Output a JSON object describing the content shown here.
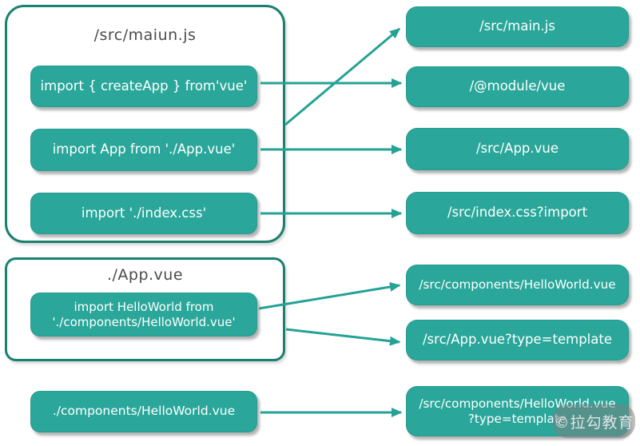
{
  "groups": [
    {
      "title": "/src/maiun.js",
      "boxes": [
        {
          "label": "import { createApp } from'vue'"
        },
        {
          "label": "import App from './App.vue'"
        },
        {
          "label": "import './index.css'"
        }
      ]
    },
    {
      "title": "./App.vue",
      "boxes": [
        {
          "line1": "import HelloWorld from",
          "line2": "'./components/HelloWorld.vue'"
        }
      ]
    }
  ],
  "standalone": {
    "label": "./components/HelloWorld.vue"
  },
  "resolved": [
    {
      "label": "/src/main.js"
    },
    {
      "label": "/@module/vue"
    },
    {
      "label": "/src/App.vue"
    },
    {
      "label": "/src/index.css?import"
    },
    {
      "label": "/src/components/HelloWorld.vue"
    },
    {
      "label": "/src/App.vue?type=template"
    },
    {
      "line1": "/src/components/HelloWorld.vue",
      "line2": "?type=template"
    }
  ],
  "edges": [
    {
      "from": "module /src/maiun.js",
      "to": "/src/main.js"
    },
    {
      "from": "import { createApp } from'vue'",
      "to": "/@module/vue"
    },
    {
      "from": "import App from './App.vue'",
      "to": "/src/App.vue"
    },
    {
      "from": "import './index.css'",
      "to": "/src/index.css?import"
    },
    {
      "from": "import HelloWorld from './components/HelloWorld.vue'",
      "to": "/src/components/HelloWorld.vue"
    },
    {
      "from": "module ./App.vue",
      "to": "/src/App.vue?type=template"
    },
    {
      "from": "./components/HelloWorld.vue",
      "to": "/src/components/HelloWorld.vue?type=template"
    }
  ],
  "colors": {
    "node_fill": "#2aa79a",
    "group_border": "#1a8070",
    "arrow": "#25a296",
    "title_text": "#4b4b4b"
  },
  "watermark": {
    "text": "©拉勾教育"
  }
}
